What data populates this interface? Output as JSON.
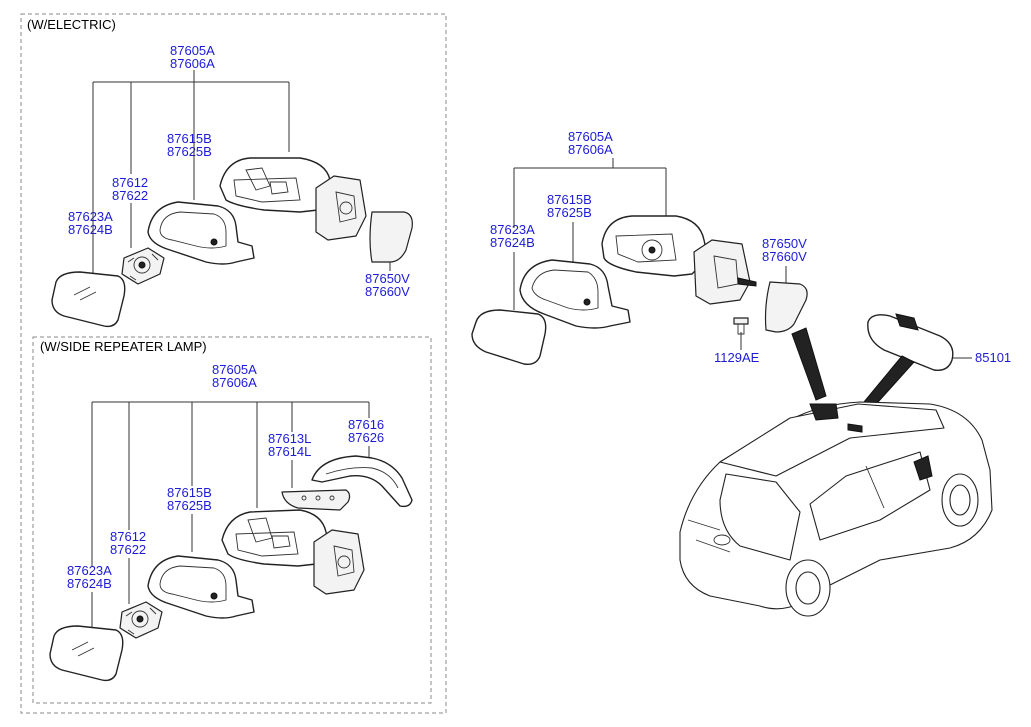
{
  "sections": {
    "electric": {
      "title": "(W/ELECTRIC)"
    },
    "repeater": {
      "title": "(W/SIDE REPEATER LAMP)"
    }
  },
  "labels": {
    "e_assy_a": "87605A",
    "e_assy_b": "87606A",
    "e_housing_a": "87615B",
    "e_housing_b": "87625B",
    "e_actuator_a": "87612",
    "e_actuator_b": "87622",
    "e_glass_a": "87623A",
    "e_glass_b": "87624B",
    "e_cover_a": "87650V",
    "e_cover_b": "87660V",
    "r_assy_a": "87605A",
    "r_assy_b": "87606A",
    "r_lamp_a": "87613L",
    "r_lamp_b": "87614L",
    "r_cap_a": "87616",
    "r_cap_b": "87626",
    "r_housing_a": "87615B",
    "r_housing_b": "87625B",
    "r_actuator_a": "87612",
    "r_actuator_b": "87622",
    "r_glass_a": "87623A",
    "r_glass_b": "87624B",
    "m_assy_a": "87605A",
    "m_assy_b": "87606A",
    "m_housing_a": "87615B",
    "m_housing_b": "87625B",
    "m_glass_a": "87623A",
    "m_glass_b": "87624B",
    "m_cover_a": "87650V",
    "m_cover_b": "87660V",
    "m_bolt": "1129AE",
    "inside_mirror": "85101"
  },
  "colors": {
    "label": "#1c1cd6",
    "line": "#222222",
    "frame": "#8a8a8a"
  }
}
